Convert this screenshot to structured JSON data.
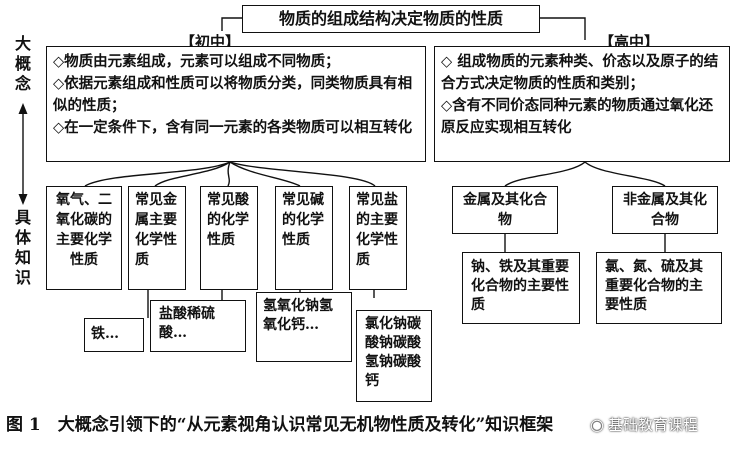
{
  "side_labels": {
    "top": "大概念",
    "bottom": "具体知识"
  },
  "title": "物质的组成结构决定物质的性质",
  "tags": {
    "left": "【初中】",
    "right": "【高中】"
  },
  "junior_concepts": [
    "◇物质由元素组成，元素可以组成不同物质；",
    "◇依据元素组成和性质可以将物质分类，同类物质具有相似的性质；",
    "◇在一定条件下，含有同一元素的各类物质可以相互转化"
  ],
  "senior_concepts": [
    "◇ 组成物质的元素种类、价态以及原子的结合方式决定物质的性质和类别；",
    "◇含有不同价态同种元素的物质通过氧化还原反应实现相互转化"
  ],
  "topics": {
    "oxygen": "氧气、二氧化碳的主要化学性质",
    "metal": "常见金属主要化学性质",
    "acid": "常见酸的化学性质",
    "base": "常见碱的化学性质",
    "salt": "常见盐的主要化学性质",
    "metal_compounds": "金属及其化合物",
    "nonmetal_compounds": "非金属及其化合物"
  },
  "examples": {
    "metal": "铁…",
    "acid": "盐酸稀硫酸…",
    "base": "氢氧化钠氢氧化钙…",
    "salt": "氯化钠碳酸钠碳酸氢钠碳酸钙",
    "metal_compounds": "钠、铁及其重要化合物的主要性质",
    "nonmetal_compounds": "氯、氮、硫及其重要化合物的主要性质"
  },
  "caption": "图 1　大概念引领下的“从元素视角认识常见无机物性质及转化”知识框架",
  "watermark": "基础教育课程"
}
